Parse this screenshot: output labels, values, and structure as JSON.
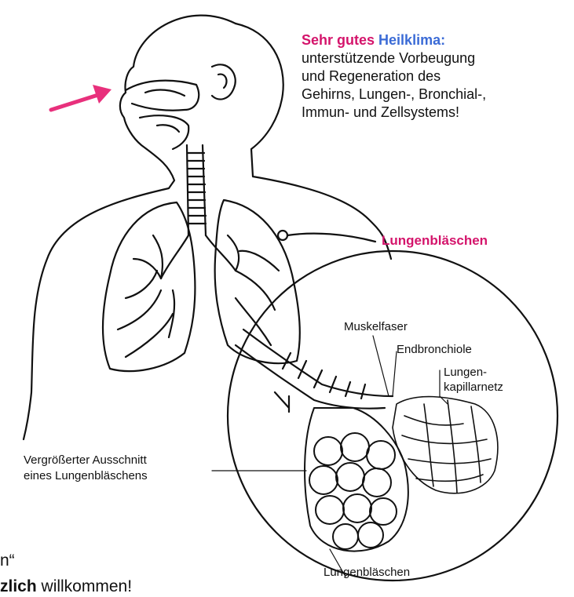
{
  "heading": {
    "sehr_gutes": "Sehr gutes",
    "heilklima": "Heilklima:",
    "lines": [
      "unterstützende Vorbeugung",
      "und Regeneration des",
      "Gehirns, Lungen-, Bronchial-,",
      "Immun- und Zellsystems!"
    ]
  },
  "labels": {
    "lungenblaeschen_pink": "Lungenbläschen",
    "muskelfaser": "Muskelfaser",
    "endbronchiole": "Endbronchiole",
    "lungen": "Lungen-",
    "kapillarnetz": "kapillarnetz",
    "vergroesserter": "Vergrößerter Ausschnitt",
    "eines": "eines Lungenbläschens",
    "lungenblaeschen_bottom": "Lungenbläschen"
  },
  "bottom": {
    "line1": "n“",
    "line2_bold": "zlich",
    "line2_rest": " willkommen!"
  },
  "colors": {
    "pink": "#d4146b",
    "blue": "#3b6bd6",
    "ink": "#111111"
  }
}
